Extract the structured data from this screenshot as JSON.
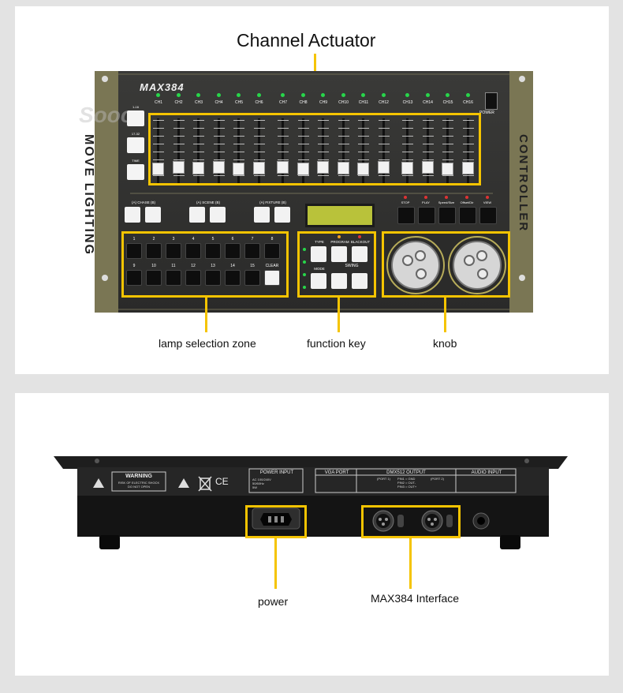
{
  "callouts": {
    "channel_actuator": "Channel Actuator",
    "lamp_selection_zone": "lamp selection zone",
    "function_key": "function key",
    "knob": "knob",
    "power": "power",
    "interface": "MAX384 Interface"
  },
  "console": {
    "model": "MAX384",
    "side_left": "MOVE LIGHTING",
    "side_right": "CONTROLLER",
    "watermark": "Sooc",
    "channels": [
      "CH1",
      "CH2",
      "CH3",
      "CH4",
      "CH5",
      "CH6",
      "CH7",
      "CH8",
      "CH9",
      "CH10",
      "CH11",
      "CH12",
      "CH13",
      "CH14",
      "CH15",
      "CH16"
    ],
    "left_buttons": [
      "1-16",
      "17-32",
      "TIME"
    ],
    "power_label": "POWER",
    "group_buttons": [
      "(A) CHASE (B)",
      "(A) SCENE (B)",
      "(A) FIXTURE (B)"
    ],
    "right_buttons": [
      "STOP",
      "PLAY",
      "Speed/Size",
      "Offset/Dir",
      "VIEW"
    ],
    "fixture_row1": [
      "1",
      "2",
      "3",
      "4",
      "5",
      "6",
      "7",
      "8"
    ],
    "fixture_row2": [
      "9",
      "10",
      "11",
      "12",
      "13",
      "14",
      "15",
      "CLEAR"
    ],
    "function_buttons": [
      "TYPE",
      "PROGRAM",
      "BLACKOUT",
      "MODE"
    ],
    "swing_label": "SWING"
  },
  "rear": {
    "warning_title": "WARNING",
    "warning_text": [
      "RISK OF ELECTRIC SHOCK",
      "DO NOT OPEN"
    ],
    "ce_mark": "CE",
    "power_input_title": "POWER INPUT",
    "power_input_specs": [
      "AC 100/240V",
      "50/60Hz",
      "5W"
    ],
    "vga_port": "VGA PORT",
    "dmx_output": "DMX512 OUTPUT",
    "port1": "(PORT 1)",
    "port2": "(PORT 2)",
    "pins": [
      "PIN1 = GND",
      "PIN2 = OUT-",
      "PIN3 = OUT+"
    ],
    "audio_input": "AUDIO INPUT"
  }
}
